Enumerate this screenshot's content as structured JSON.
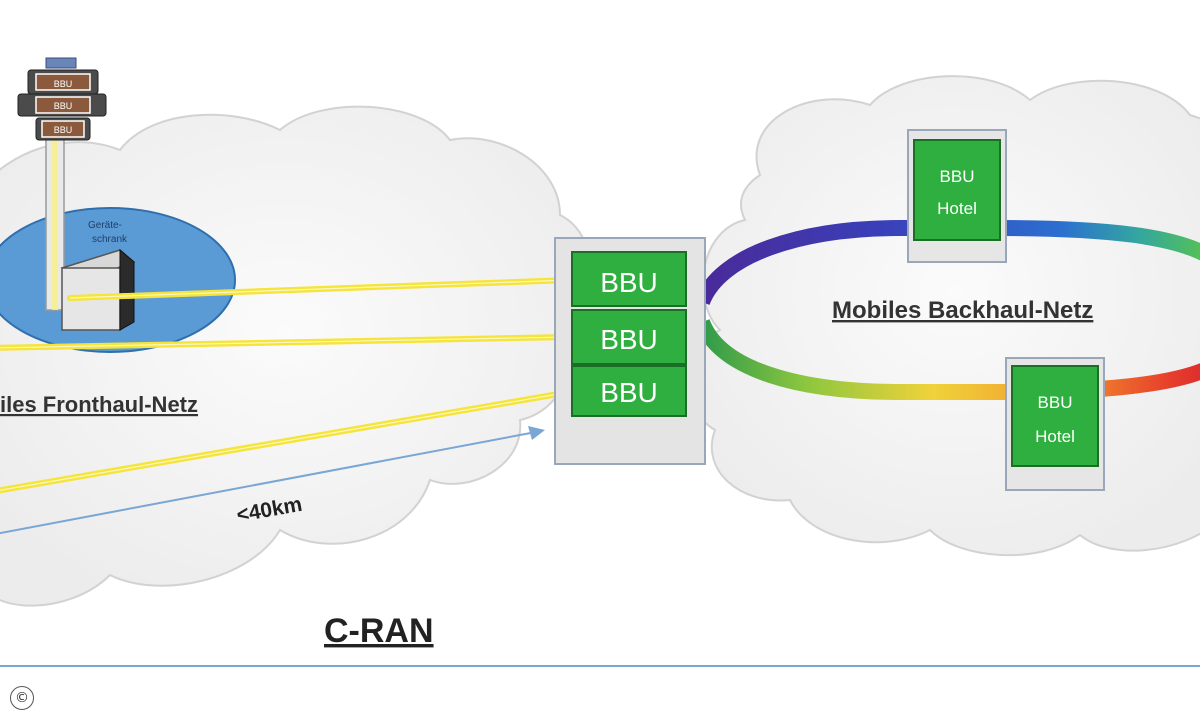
{
  "diagram": {
    "fronthaul_label": "iles Fronthaul-Netz",
    "backhaul_label": "Mobiles Backhaul-Netz",
    "cran_label": "C-RAN",
    "distance_label": "<40km",
    "cabinet_label_line1": "Geräte-",
    "cabinet_label_line2": "schrank",
    "bbu_stack": [
      "BBU",
      "BBU",
      "BBU"
    ],
    "tower_units": [
      "BBU",
      "BBU",
      "BBU"
    ],
    "hotels": [
      {
        "line1": "BBU",
        "line2": "Hotel"
      },
      {
        "line1": "BBU",
        "line2": "Hotel"
      }
    ],
    "copyright_symbol": "©",
    "colors": {
      "bbu_green": "#2faf3f",
      "fiber_yellow": "#f5e43a",
      "cabinet_zone_blue": "#5b9bd5",
      "cloud_grey": "#f0f0f0",
      "footer_line": "#7aa6d6"
    }
  }
}
